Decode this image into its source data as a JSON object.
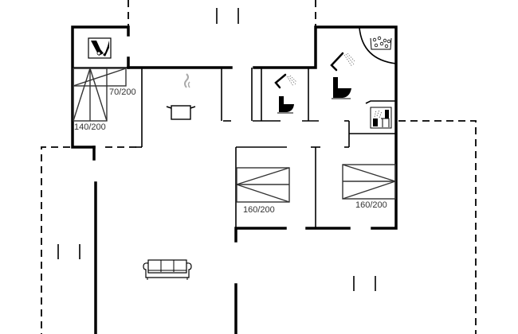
{
  "plan": {
    "type": "floor-plan",
    "rooms": [
      {
        "name": "utility",
        "icon": "washing-icon"
      },
      {
        "name": "bunk-bedroom",
        "beds": [
          "140/200",
          "70/200"
        ]
      },
      {
        "name": "kitchen",
        "icon": "cooking-pot-icon"
      },
      {
        "name": "bathroom-small",
        "icons": [
          "shower-icon",
          "toilet-icon"
        ]
      },
      {
        "name": "bathroom-large",
        "icons": [
          "shower-icon",
          "toilet-icon",
          "whirlpool-icon",
          "sauna-icon"
        ]
      },
      {
        "name": "bedroom-1",
        "beds": [
          "160/200"
        ]
      },
      {
        "name": "bedroom-2",
        "beds": [
          "160/200"
        ]
      },
      {
        "name": "living-room",
        "icon": "sofa-icon"
      }
    ],
    "bed_labels": {
      "bunk_lower": "140/200",
      "bunk_upper": "70/200",
      "bedroom1": "160/200",
      "bedroom2": "160/200"
    }
  }
}
